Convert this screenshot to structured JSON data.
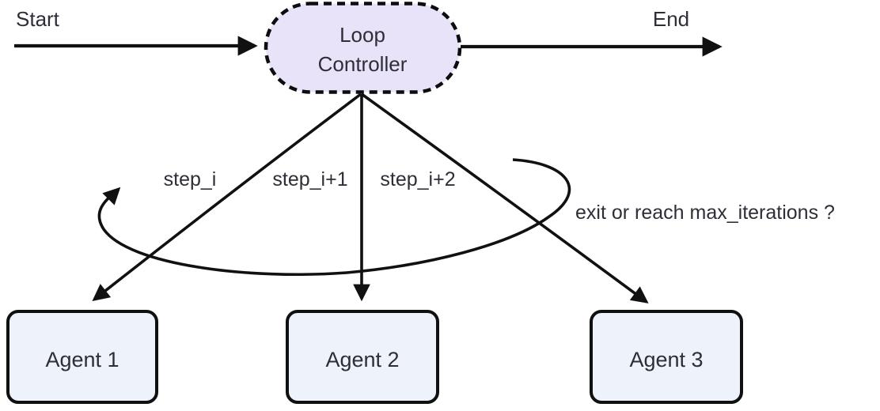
{
  "diagram": {
    "nodes": {
      "start_label": "Start",
      "end_label": "End",
      "controller_line1": "Loop",
      "controller_line2": "Controller"
    },
    "agents": [
      {
        "label": "Agent 1"
      },
      {
        "label": "Agent 2"
      },
      {
        "label": "Agent 3"
      }
    ],
    "edges": {
      "step_label_1": "step_i",
      "step_label_2": "step_i+1",
      "step_label_3": "step_i+2",
      "loop_label": "exit or reach max_iterations ?"
    },
    "colors": {
      "controller_fill": "#e9e3f9",
      "agent_fill": "#edf2fb",
      "line": "#111111",
      "text": "#2e2e38"
    }
  }
}
